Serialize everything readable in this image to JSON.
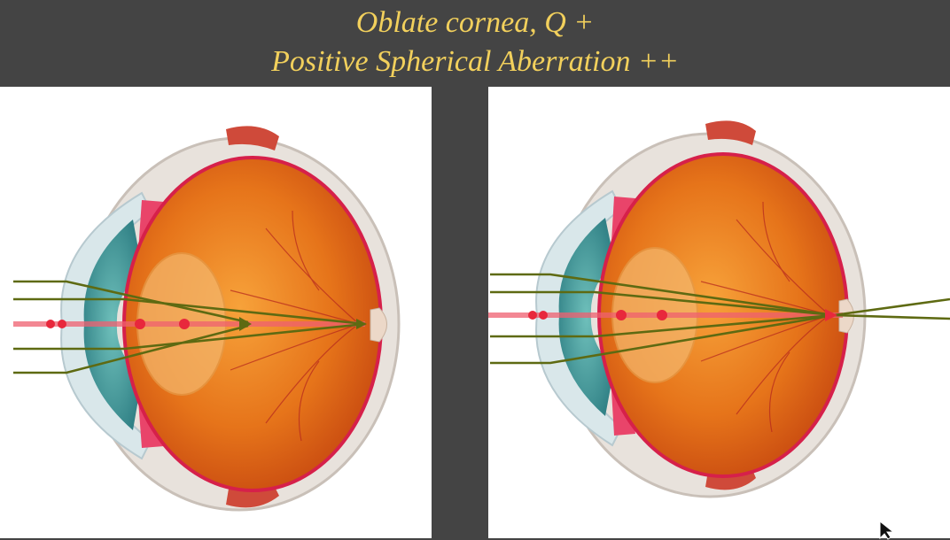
{
  "title": {
    "line1": "Oblate cornea, Q +",
    "line2": "Positive Spherical Aberration ++"
  },
  "colors": {
    "background": "#444444",
    "title_text": "#f2d05c",
    "panel": "#ffffff",
    "ray": "#5e6a12",
    "axis": "#e8283c",
    "retina": "#e06a12",
    "iris": "#3f9a9a"
  },
  "diagrams": [
    {
      "name": "left-eye",
      "focus": "before-retina"
    },
    {
      "name": "right-eye",
      "focus": "at-retina"
    }
  ]
}
